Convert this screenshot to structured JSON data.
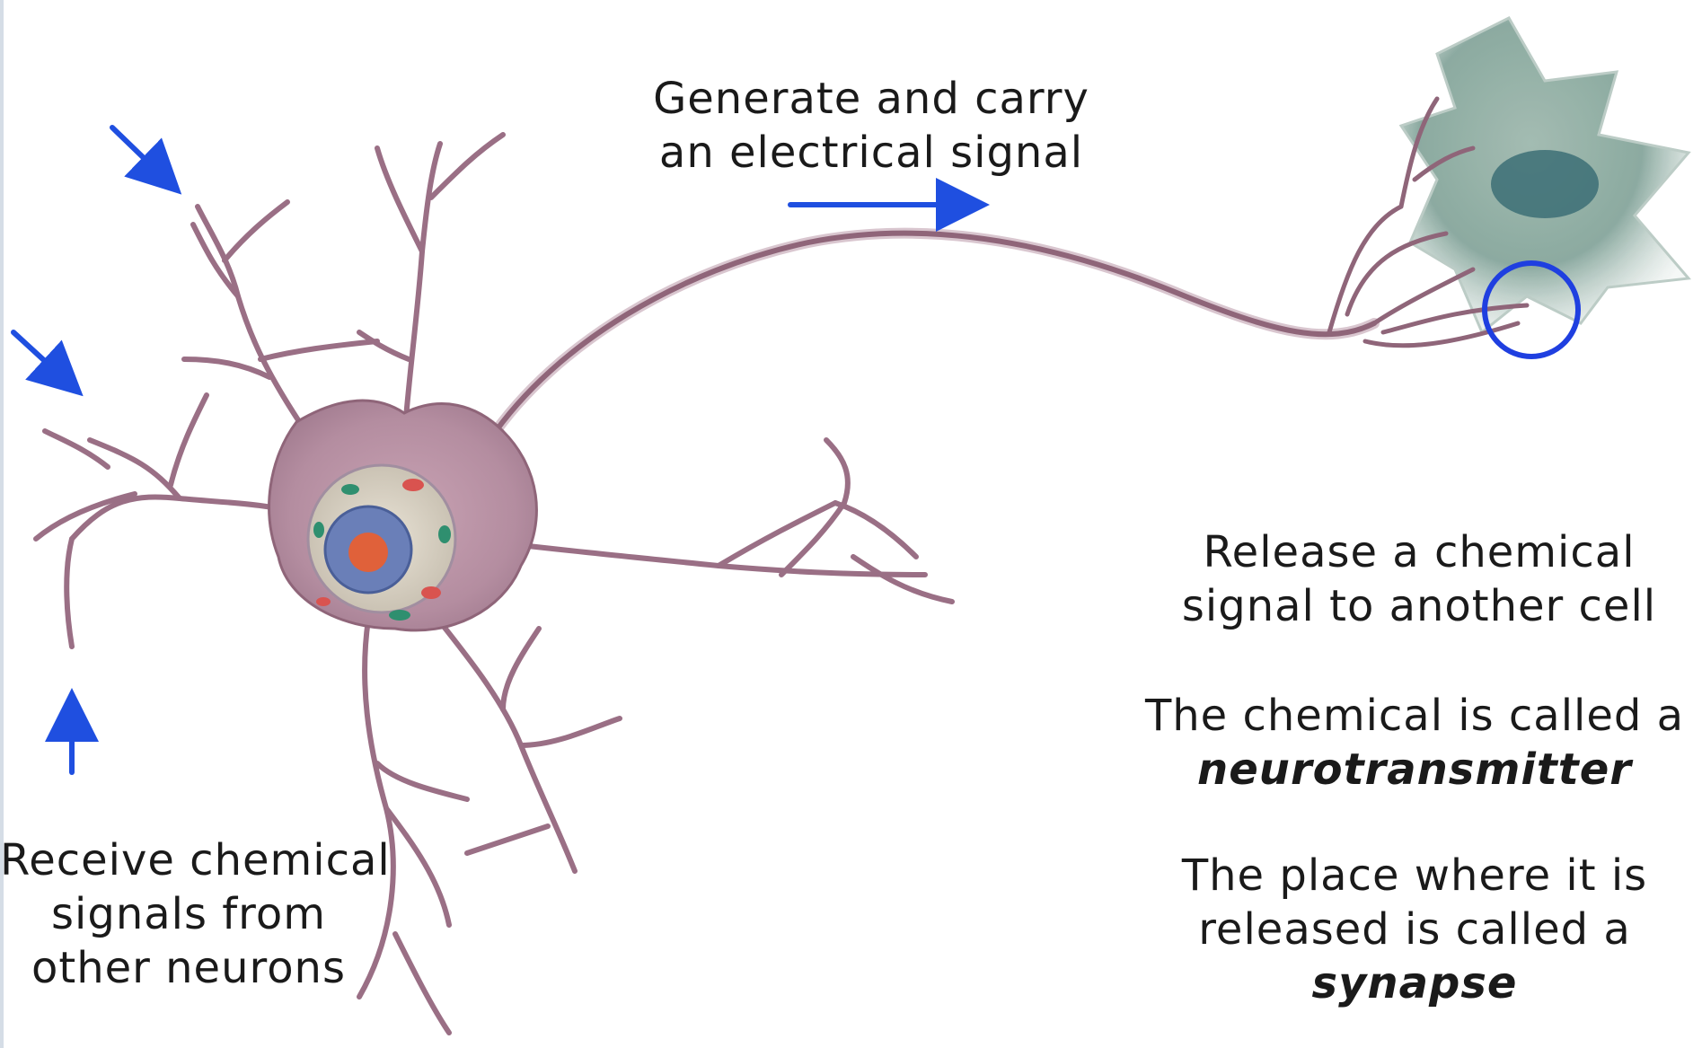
{
  "labels": {
    "generate": [
      "Generate and carry",
      "an electrical signal"
    ],
    "receive": [
      "Receive chemical",
      "signals from",
      "other neurons"
    ],
    "release": [
      "Release a chemical",
      "signal to another cell"
    ],
    "chemical": {
      "line1": "The chemical is called a",
      "term": "neurotransmitter"
    },
    "place": {
      "line1": "The place where it is",
      "line2": "released is called a",
      "term": "synapse"
    }
  },
  "colors": {
    "arrow": "#1f4fe0",
    "circle": "#1f3fe0",
    "neuron_dendrite": "#9a6f85",
    "neuron_body": "#b48da0",
    "neuron_edge": "#7f5a70",
    "target_cell": "#7fa39c",
    "target_nucleus": "#3c6f76",
    "nucleus_outer": "#6a7fb8",
    "nucleolus": "#e0613a"
  },
  "icons": [
    "arrow-down-right-icon",
    "arrow-up-icon",
    "arrow-right-icon",
    "synapse-circle-icon"
  ]
}
